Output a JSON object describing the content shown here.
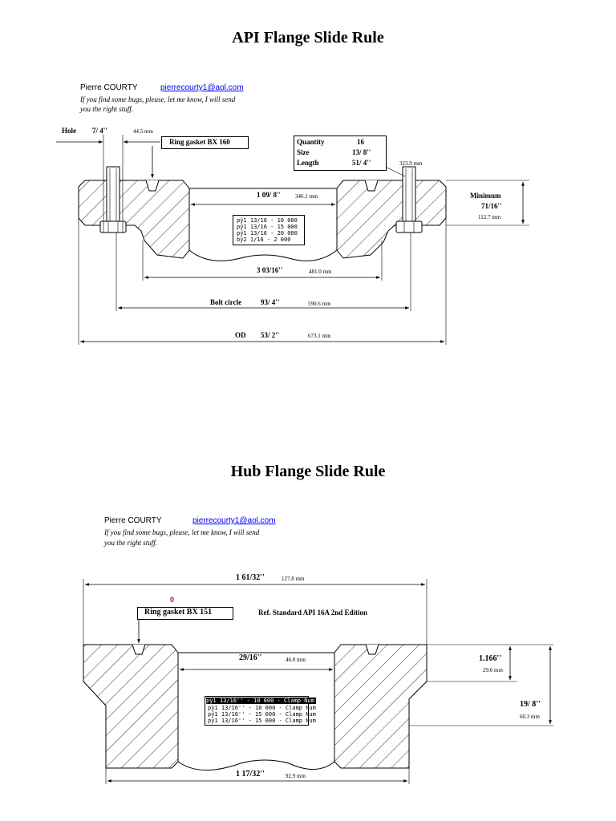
{
  "api": {
    "title": "API Flange Slide Rule",
    "author": "Pierre COURTY",
    "email": "pierrecourty1@aol.com",
    "note_line1": "If you find some bugs, please, let me know, I will send",
    "note_line2": "you the right stuff.",
    "hole_label": "Hole",
    "hole_value": "7/ 4''",
    "hole_mm": "44.5 mm",
    "ring_gasket": "Ring gasket   BX 160",
    "quantity_label": "Quantity",
    "quantity_value": "16",
    "size_label": "Size",
    "size_value": "13/ 8''",
    "length_label": "Length",
    "length_value": "51/ 4''",
    "length_mm": "323.9 mm",
    "bore_value": "1 09/ 8''",
    "bore_mm": "346.1 mm",
    "minimum_label": "Minimum",
    "minimum_value": "71/16''",
    "minimum_mm": "112.7 mm",
    "list": [
      "pÿ1  13/16  -  10 000",
      "pÿ1  13/16  -  15 000",
      "pÿ1  13/16  -  20 000",
      "bÿ2  1/16  -      2 000"
    ],
    "raised_value": "3 03/16''",
    "raised_mm": "481.0 mm",
    "bolt_circle_label": "Bolt circle",
    "bolt_circle_value": "93/ 4''",
    "bolt_circle_mm": "590.6 mm",
    "od_label": "OD",
    "od_value": "53/ 2''",
    "od_mm": "673.1 mm"
  },
  "hub": {
    "title": "Hub Flange Slide Rule",
    "author": "Pierre COURTY",
    "email": "pierrecourty1@aol.com",
    "note_line1": "If you find some bugs, please, let me know, I will send",
    "note_line2": "you the right stuff.",
    "top_value": "1 61/32''",
    "top_mm": "127.8 mm",
    "marker": "0",
    "ring_gasket": "Ring gasket    BX 151",
    "ref_standard": "Ref. Standard API 16A 2nd Edition",
    "bore_value": "29/16''",
    "bore_mm": "46.0 mm",
    "thickness_value": "1.166''",
    "thickness_mm": "29.6 mm",
    "height_value": "19/ 8''",
    "height_mm": "60.3 mm",
    "list": [
      "pÿ1 13/16'' - 10 000 - Clamp Num",
      "pÿ1 13/16'' - 10 000 - Clamp Num",
      "pÿ1 13/16'' - 15 000 - Clamp Num",
      "pÿ1 13/16'' - 15 000 - Clamp Num"
    ],
    "bottom_value": "1 17/32''",
    "bottom_mm": "92.9 mm"
  }
}
